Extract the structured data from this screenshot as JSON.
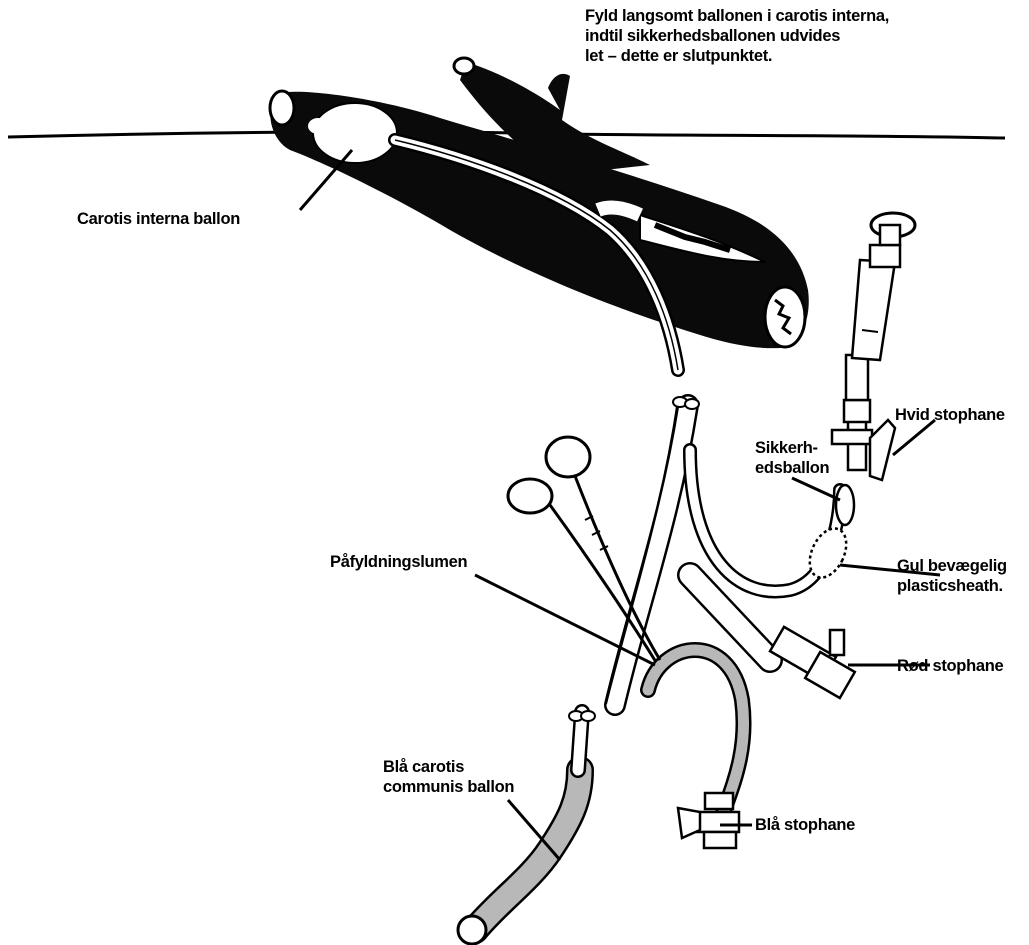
{
  "labels": {
    "instruction": "Fyld langsomt ballonen i carotis interna,\nindtil sikkerhedsballonen udvides\nlet – dette er slutpunktet.",
    "carotis_interna_ballon": "Carotis interna ballon",
    "hvid_stophane": "Hvid stophane",
    "sikkerhedsballon": "Sikkerh-\nedsballon",
    "pafyldningslumen": "Påfyldningslumen",
    "gul_sheath": "Gul bevægelig\nplasticsheath.",
    "rod_stophane": "Rød stophane",
    "bla_carotis_communis_ballon": "Blå carotis\ncommunis ballon",
    "bla_stophane": "Blå stophane"
  },
  "colors": {
    "ink": "#000000",
    "vessel": "#0a0a0a",
    "catheter_white": "#ffffff",
    "blue_balloon_shade": "#b8b8b8"
  }
}
